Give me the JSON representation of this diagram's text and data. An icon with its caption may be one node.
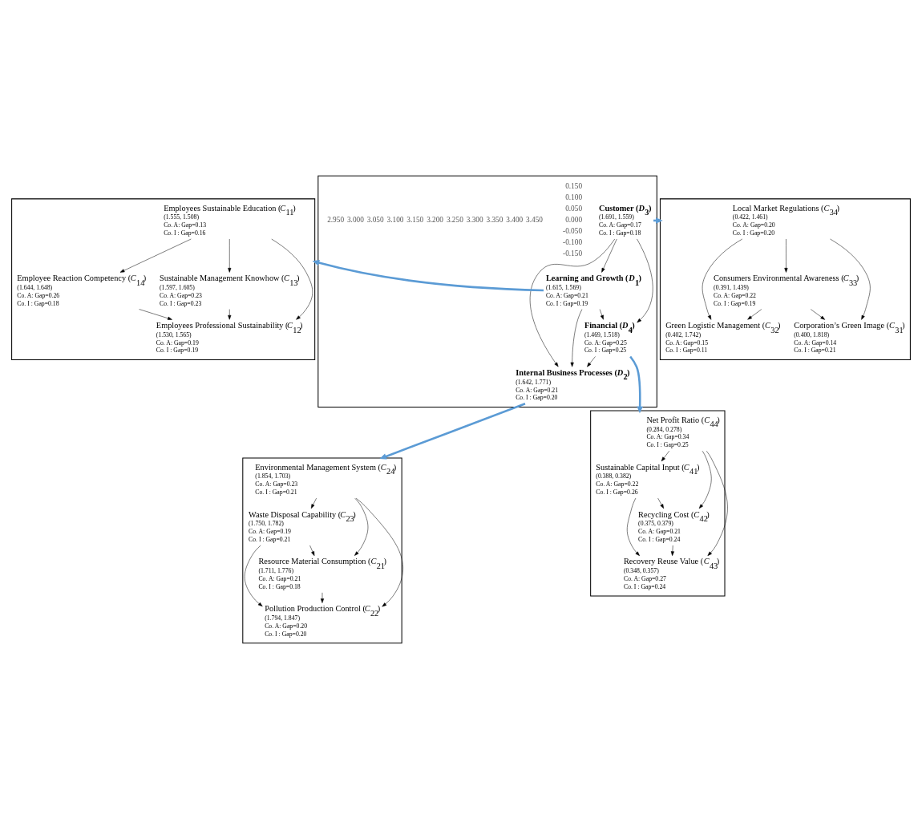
{
  "diagram": {
    "nodes": [
      {
        "text": [],
        "shape": "box"
      },
      {
        "text": [
          "Employees Sustainable Education (*C*$_{11}$)",
          "(1.555, 1.508)",
          "Co. A: Gap=0.13",
          "Co. I : Gap=0.16"
        ],
        "in": 0
      },
      {
        "text": [
          "Employee Reaction Competency (*C*$_{14}$)",
          "(1.644, 1.648)",
          "Co. A: Gap=0.26",
          "Co. I : Gap=0.18"
        ],
        "in": 0
      },
      {
        "text": [
          "Sustainable Management Knowhow (*C*$_{13}$)",
          "(1.597, 1.605)",
          "Co. A: Gap=0.23",
          "Co. I : Gap=0.23"
        ],
        "in": 0
      },
      {
        "text": [
          "Employees Professional Sustainability (*C*$_{12}$)",
          "(1.530, 1.565)",
          "Co. A: Gap=0.19",
          "Co. I : Gap=0.19"
        ],
        "in": 0
      },
      {
        "text": [],
        "shape": "box"
      },
      {
        "text": [
          "Local Market Regulations (*C*$_{34}$)",
          "(0.422, 1.461)",
          "Co. A: Gap=0.20",
          "Co. I : Gap=0.20"
        ],
        "in": 5
      },
      {
        "text": [
          "Consumers Environmental Awareness (*C*$_{33}$)",
          "(0.391, 1.439)",
          "Co. A: Gap=0.22",
          "Co. I : Gap=0.19"
        ],
        "in": 5
      },
      {
        "text": [
          "Green Logistic Management (*C*$_{32}$)",
          "(0.402, 1.742)",
          "Co. A: Gap=0.15",
          "Co. I : Gap=0.11"
        ],
        "in": 5
      },
      {
        "text": [
          "Corporation’s Green Image (*C*$_{31}$)",
          "(0.400, 1.818)",
          "Co. A: Gap=0.14",
          "Co. I : Gap=0.21"
        ],
        "in": 5
      },
      {
        "text": [],
        "shape": "box"
      },
      {
        "text": [
          "Customer (*D*$_{3}$)",
          "(1.691, 1.559)",
          "Co. A: Gap=0.17",
          "Co. I : Gap=0.18"
        ],
        "in": 10
      },
      {
        "text": [
          "Learning and Growth (*D*$_{1}$)",
          "(1.615, 1.569)",
          "Co. A: Gap=0.21",
          "Co. I : Gap=0.19"
        ],
        "in": 10
      },
      {
        "text": [
          "Financial (*D*$_{4}$)",
          "(1.469, 1.518)",
          "Co. A: Gap=0.25",
          "Co. I : Gap=0.25"
        ],
        "in": 10
      },
      {
        "text": [
          "Internal Business Processes (*D*$_{2}$)",
          "(1.642, 1.771)",
          "Co. A: Gap=0.21",
          "Co. I : Gap=0.20"
        ],
        "in": 10
      },
      {
        "text": [],
        "shape": "box"
      },
      {
        "text": [
          "Sustainable Capital Input (*C*$_{41}$)",
          "(0.388, 0.382)",
          "Co. A: Gap=0.22",
          "Co. I : Gap=0.26"
        ],
        "in": 15
      },
      {
        "text": [
          "Net Profit Ratio (*C*$_{44}$)",
          "(0.284, 0.278)",
          "Co. A: Gap=0.34",
          "Co. I : Gap=0.25"
        ],
        "in": 15
      },
      {
        "text": [
          "Recycling Cost (*C*$_{42}$)",
          "(0.375, 0.379)",
          "Co. A: Gap=0.21",
          "Co. I : Gap=0.24"
        ],
        "in": 15
      },
      {
        "text": [
          "Recovery Reuse Value (*C*$_{43}$)",
          "(0.348, 0.357)",
          "Co. A: Gap=0.27",
          "Co. I : Gap=0.24"
        ],
        "in": 15
      },
      {
        "text": [],
        "shape": "box"
      },
      {
        "text": [
          "Environmental Management System (*C*$_{24}$)",
          "(1.854, 1.703)",
          "Co. A: Gap=0.23",
          "Co. I : Gap=0.21"
        ],
        "in": 20
      },
      {
        "text": [
          "Waste Disposal Capability (*C*$_{23}$)",
          "(1.750, 1.782)",
          "Co. A: Gap=0.19",
          "Co. I : Gap=0.21"
        ],
        "in": 20
      },
      {
        "text": [
          "Resource Material Consumption (*C*$_{21}$)",
          "(1.711, 1.776)",
          "Co. A: Gap=0.21",
          "Co. I : Gap=0.18"
        ],
        "in": 20
      },
      {
        "text": [
          "Pollution Production Control (*C*$_{22}$)",
          "(1.794, 1.847)",
          "Co. A: Gap=0.20",
          "Co. I : Gap=0.20"
        ],
        "in": 20
      }
    ],
    "edges": [
      {
        "from": 1,
        "to": 2,
        "arrow": "to"
      },
      {
        "from": 1,
        "to": 3,
        "arrow": "to"
      },
      {
        "from": 1,
        "to": 4,
        "arrow": "to"
      },
      {
        "from": 3,
        "to": 4,
        "arrow": "to"
      },
      {
        "from": 2,
        "to": 4,
        "arrow": "to"
      },
      {
        "from": 6,
        "to": 7,
        "arrow": "to"
      },
      {
        "from": 6,
        "to": 8,
        "arrow": "to"
      },
      {
        "from": 6,
        "to": 9,
        "arrow": "to"
      },
      {
        "from": 7,
        "to": 8,
        "arrow": "to"
      },
      {
        "from": 7,
        "to": 9,
        "arrow": "to"
      },
      {
        "from": 11,
        "to": 12,
        "arrow": "to"
      },
      {
        "from": 11,
        "to": 13,
        "arrow": "to"
      },
      {
        "from": 11,
        "to": 14,
        "arrow": "to"
      },
      {
        "from": 12,
        "to": 13,
        "arrow": "to"
      },
      {
        "from": 12,
        "to": 14,
        "arrow": "to"
      },
      {
        "from": 13,
        "to": 14,
        "arrow": "to"
      },
      {
        "from": 17,
        "to": 16,
        "arrow": "to"
      },
      {
        "from": 17,
        "to": 18,
        "arrow": "to"
      },
      {
        "from": 17,
        "to": 19,
        "arrow": "to"
      },
      {
        "from": 16,
        "to": 18,
        "arrow": "to"
      },
      {
        "from": 16,
        "to": 19,
        "arrow": "to"
      },
      {
        "from": 18,
        "to": 19,
        "arrow": "to"
      },
      {
        "from": 21,
        "to": 22,
        "arrow": "to"
      },
      {
        "from": 21,
        "to": 23,
        "arrow": "to"
      },
      {
        "from": 21,
        "to": 24,
        "arrow": "to"
      },
      {
        "from": 22,
        "to": 23,
        "arrow": "to"
      },
      {
        "from": 22,
        "to": 24,
        "arrow": "to"
      },
      {
        "from": 23,
        "to": 24,
        "arrow": "to"
      },
      {
        "from": 12,
        "to": 0,
        "arrow": "to",
        "style": "thick",
        "color": "#5b9bd5"
      },
      {
        "from": 11,
        "to": 5,
        "arrow": "to",
        "style": "thick",
        "color": "#5b9bd5"
      },
      {
        "from": 13,
        "to": 15,
        "arrow": "to",
        "style": "thick",
        "color": "#5b9bd5"
      },
      {
        "from": 14,
        "to": 20,
        "arrow": "to",
        "style": "thick",
        "color": "#5b9bd5"
      }
    ],
    "labels": [
      "0.150",
      "0.100",
      "0.050",
      "0.000",
      "-0.050",
      "-0.100",
      "-0.150",
      "2.950",
      "3.000",
      "3.050",
      "3.100",
      "3.150",
      "3.200",
      "3.250",
      "3.300",
      "3.350",
      "3.400",
      "3.450"
    ]
  }
}
